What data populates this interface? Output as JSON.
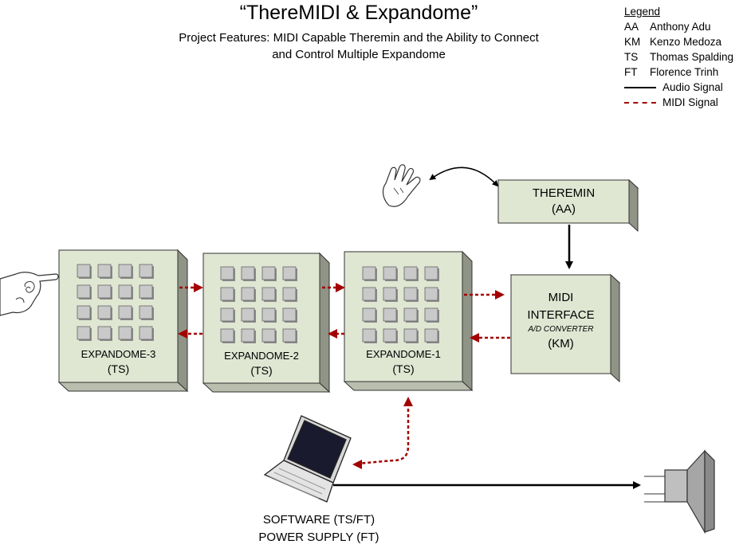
{
  "title": "“ThereMIDI & Expandome”",
  "subtitle_line1": "Project Features: MIDI Capable Theremin and the Ability to Connect",
  "subtitle_line2": "and Control Multiple Expandome",
  "legend": {
    "heading": "Legend",
    "members": [
      {
        "abbr": "AA",
        "name": "Anthony Adu"
      },
      {
        "abbr": "KM",
        "name": "Kenzo Medoza"
      },
      {
        "abbr": "TS",
        "name": "Thomas Spalding"
      },
      {
        "abbr": "FT",
        "name": "Florence Trinh"
      }
    ],
    "audio_label": "Audio Signal",
    "midi_label": "MIDI Signal"
  },
  "theremin": {
    "name": "THEREMIN",
    "owner": "(AA)"
  },
  "midi_interface": {
    "line1": "MIDI",
    "line2": "INTERFACE",
    "sub": "A/D CONVERTER",
    "owner": "(KM)"
  },
  "expandome1": {
    "name": "EXPANDOME-1",
    "owner": "(TS)"
  },
  "expandome2": {
    "name": "EXPANDOME-2",
    "owner": "(TS)"
  },
  "expandome3": {
    "name": "EXPANDOME-3",
    "owner": "(TS)"
  },
  "software_label": "SOFTWARE (TS/FT)",
  "power_label": "POWER SUPPLY (FT)",
  "colors": {
    "box_face": "#dfe6d2",
    "box_side": "#9a9f92",
    "midi": "#a30000",
    "audio": "#000000"
  }
}
